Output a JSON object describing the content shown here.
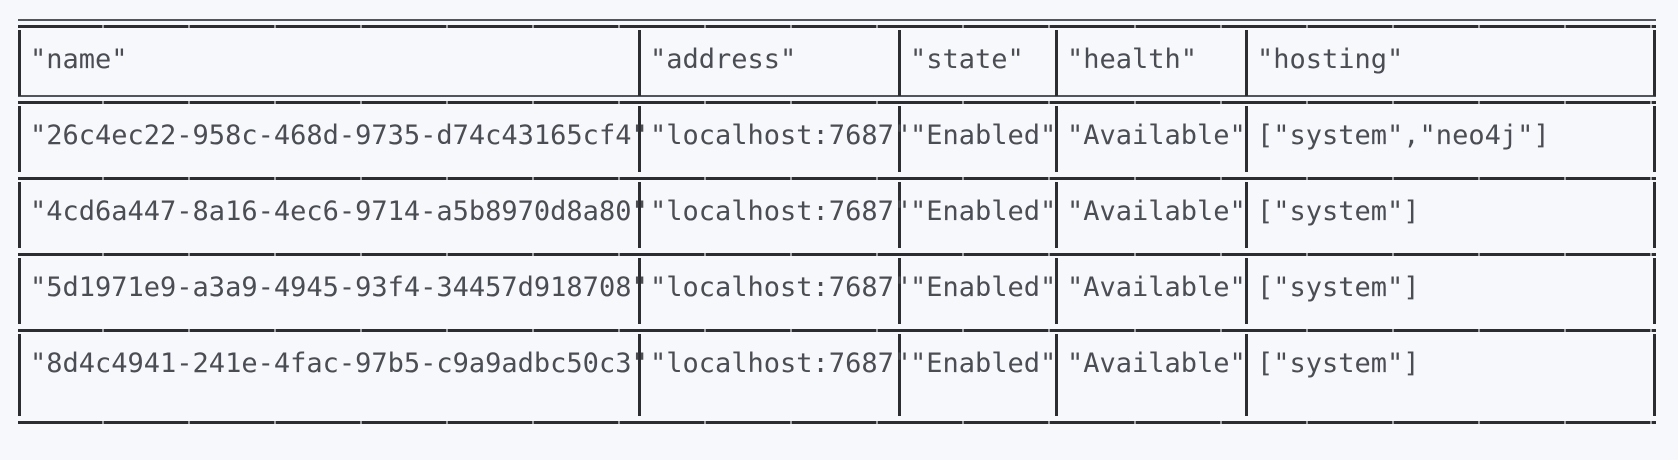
{
  "table": {
    "kind": "ascii-art-result-table",
    "columns": [
      {
        "key": "name",
        "header": "\"name\""
      },
      {
        "key": "address",
        "header": "\"address\""
      },
      {
        "key": "state",
        "header": "\"state\""
      },
      {
        "key": "health",
        "header": "\"health\""
      },
      {
        "key": "hosting",
        "header": "\"hosting\""
      }
    ],
    "rows": [
      {
        "name": "\"26c4ec22-958c-468d-9735-d74c43165cf4\"",
        "address": "\"localhost:7687\"",
        "state": "\"Enabled\"",
        "health": "\"Available\"",
        "hosting": "[\"system\",\"neo4j\"]"
      },
      {
        "name": "\"4cd6a447-8a16-4ec6-9714-a5b8970d8a80\"",
        "address": "\"localhost:7687\"",
        "state": "\"Enabled\"",
        "health": "\"Available\"",
        "hosting": "[\"system\"]"
      },
      {
        "name": "\"5d1971e9-a3a9-4945-93f4-34457d918708\"",
        "address": "\"localhost:7687\"",
        "state": "\"Enabled\"",
        "health": "\"Available\"",
        "hosting": "[\"system\"]"
      },
      {
        "name": "\"8d4c4941-241e-4fac-97b5-c9a9adbc50c3\"",
        "address": "\"localhost:7687\"",
        "state": "\"Enabled\"",
        "health": "\"Available\"",
        "hosting": "[\"system\"]"
      }
    ],
    "row_count": 4,
    "column_count": 5
  },
  "style": {
    "background": "#f7f8fc",
    "text_color": "#4a4d53",
    "rule_color": "#2b2d31"
  }
}
